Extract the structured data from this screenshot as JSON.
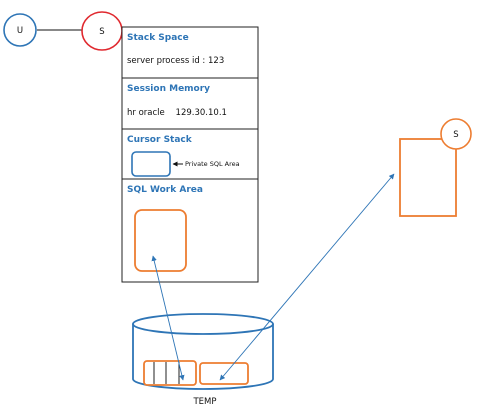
{
  "nodes": {
    "user": "U",
    "server": "S",
    "other_server": "S"
  },
  "pga": {
    "stack_space": {
      "title": "Stack Space",
      "text": "server process id : 123"
    },
    "session_memory": {
      "title": "Session Memory",
      "text": "hr oracle    129.30.10.1"
    },
    "cursor_stack": {
      "title": "Cursor Stack",
      "private_sql_area_label": "Private SQL Area"
    },
    "sql_work_area": {
      "title": "SQL Work Area"
    }
  },
  "temp": {
    "label": "TEMP"
  },
  "colors": {
    "blue": "#2e75b6",
    "orange": "#ed7d31",
    "red": "#e0292f",
    "outline": "#222222"
  }
}
